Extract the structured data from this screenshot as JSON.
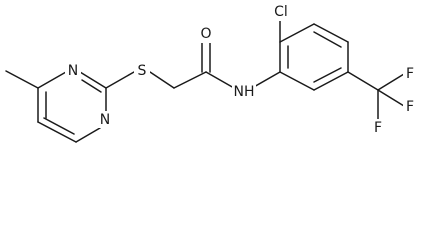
{
  "atoms": [
    {
      "id": "n_ring_a",
      "label": "N"
    },
    {
      "id": "n_ring_b",
      "label": "N"
    },
    {
      "id": "s_thio",
      "label": "S"
    },
    {
      "id": "o_carbonyl",
      "label": "O"
    },
    {
      "id": "n_amide",
      "label": "NH"
    },
    {
      "id": "cl",
      "label": "Cl"
    },
    {
      "id": "f1",
      "label": "F"
    },
    {
      "id": "f2",
      "label": "F"
    },
    {
      "id": "f3",
      "label": "F"
    }
  ]
}
